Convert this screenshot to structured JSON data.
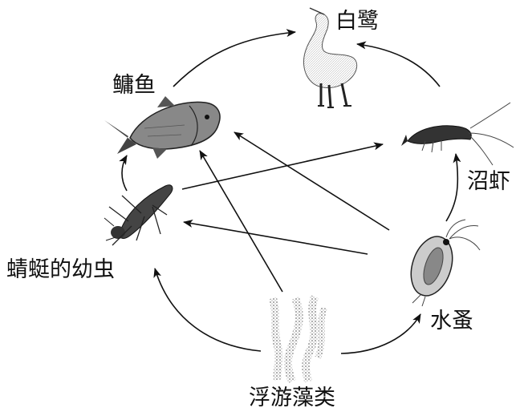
{
  "nodes": {
    "egret": {
      "label": "白鹭",
      "icon": "egret-icon"
    },
    "bighead_carp": {
      "label": "鳙鱼",
      "icon": "fish-icon"
    },
    "shrimp": {
      "label": "沼虾",
      "icon": "shrimp-icon"
    },
    "dragonfly_larva": {
      "label": "蜻蜓的幼虫",
      "icon": "dragonfly-larva-icon"
    },
    "water_flea": {
      "label": "水蚤",
      "icon": "water-flea-icon"
    },
    "plankton_algae": {
      "label": "浮游藻类",
      "icon": "algae-icon"
    }
  },
  "edges": [
    {
      "from": "bighead_carp",
      "to": "egret"
    },
    {
      "from": "shrimp",
      "to": "egret"
    },
    {
      "from": "dragonfly_larva",
      "to": "bighead_carp"
    },
    {
      "from": "dragonfly_larva",
      "to": "shrimp"
    },
    {
      "from": "water_flea",
      "to": "bighead_carp"
    },
    {
      "from": "water_flea",
      "to": "dragonfly_larva"
    },
    {
      "from": "water_flea",
      "to": "shrimp"
    },
    {
      "from": "plankton_algae",
      "to": "bighead_carp"
    },
    {
      "from": "plankton_algae",
      "to": "dragonfly_larva"
    },
    {
      "from": "plankton_algae",
      "to": "water_flea"
    }
  ]
}
